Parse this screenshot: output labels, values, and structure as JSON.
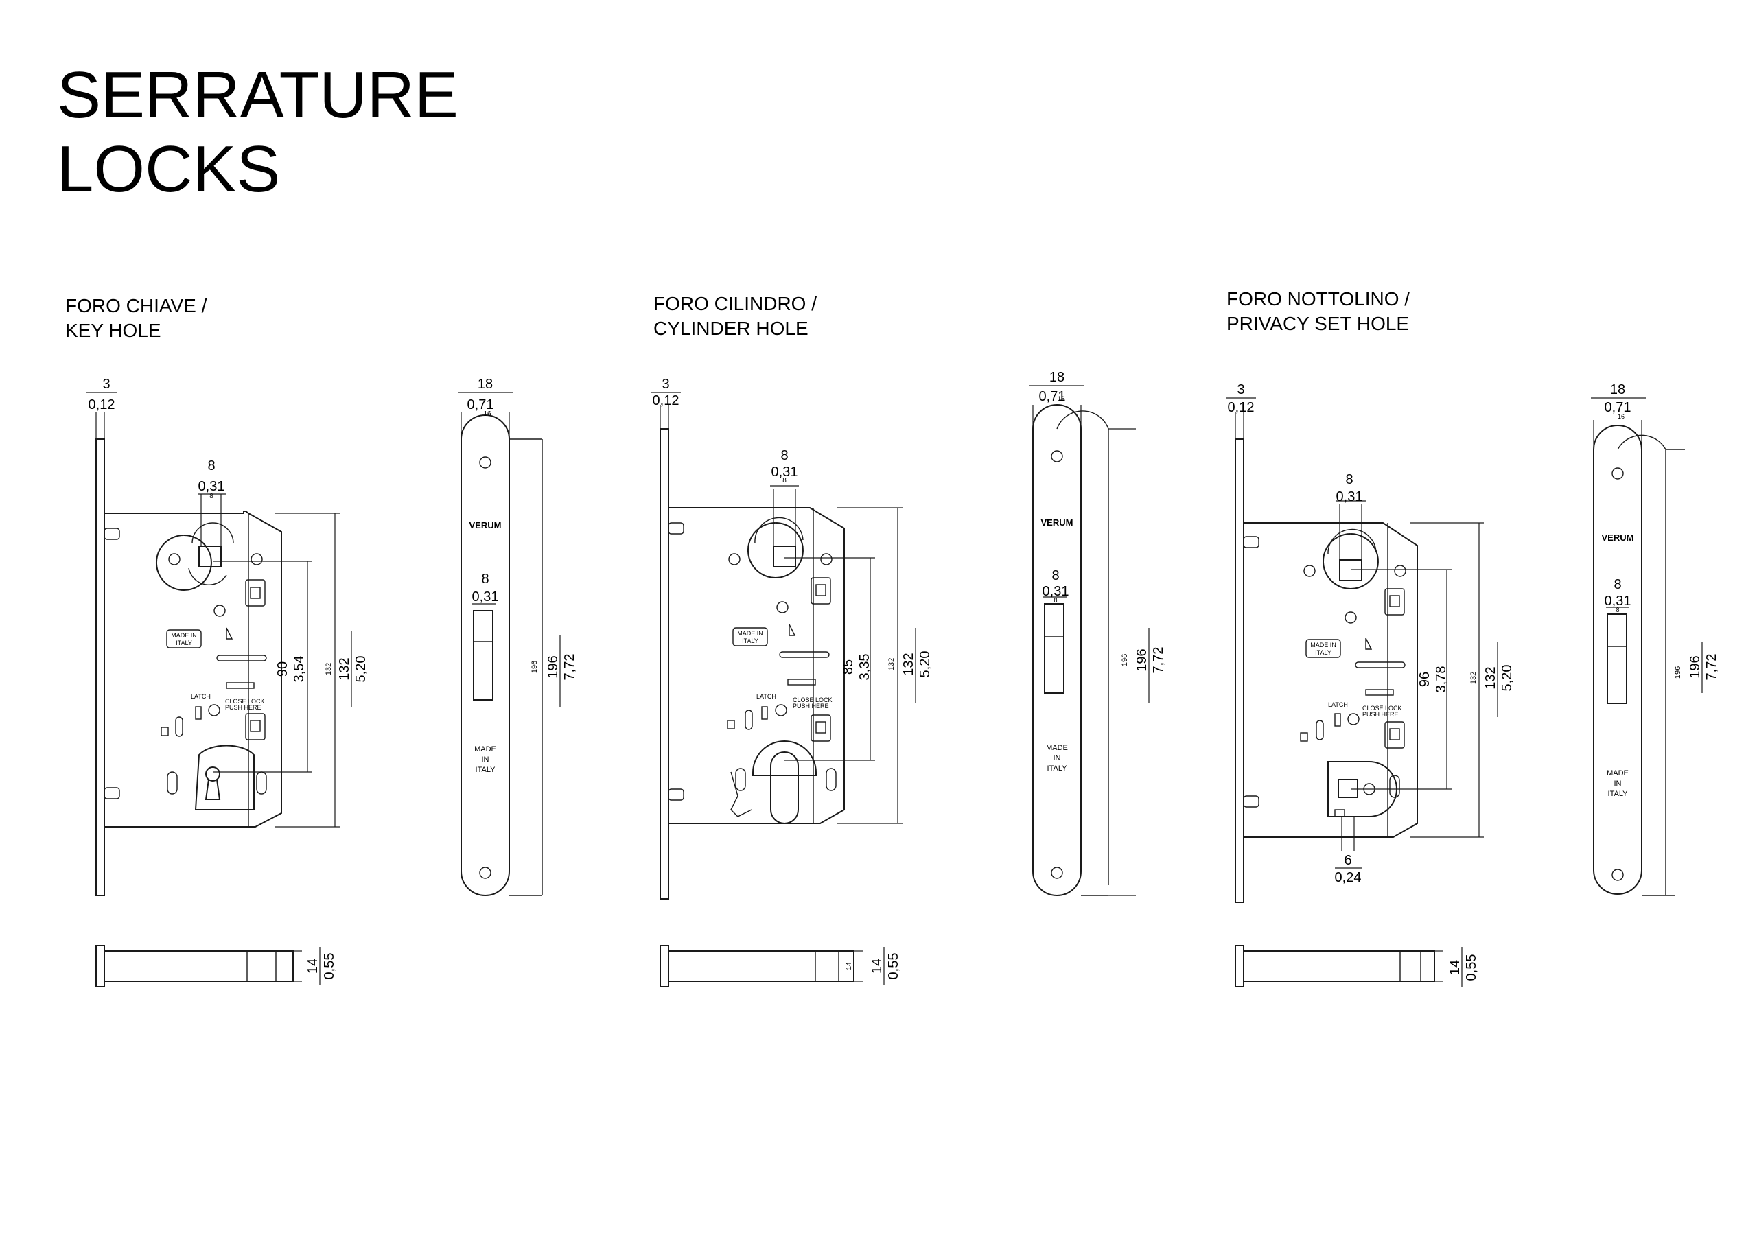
{
  "title": {
    "line1": "SERRATURE",
    "line2": "LOCKS"
  },
  "sections": [
    {
      "label_it": "FORO CHIAVE /",
      "label_en": "KEY HOLE",
      "dims": {
        "plate_mm": "3",
        "plate_in": "0,12",
        "spindle_mm": "8",
        "spindle_in": "0,31",
        "spindle_small": "8",
        "center_mm": "90",
        "center_in": "3,54",
        "height_mm": "132",
        "height_in": "5,20",
        "height_small": "132",
        "face_mm": "18",
        "face_in": "0,71",
        "face_small": "16",
        "slot_mm": "8",
        "slot_in": "0,31",
        "face_h_mm": "196",
        "face_h_in": "7,72",
        "face_h_small": "196",
        "depth_mm": "14",
        "depth_in": "0,55"
      }
    },
    {
      "label_it": "FORO CILINDRO /",
      "label_en": "CYLINDER HOLE",
      "dims": {
        "plate_mm": "3",
        "plate_in": "0,12",
        "spindle_mm": "8",
        "spindle_in": "0,31",
        "spindle_small": "8",
        "center_mm": "85",
        "center_in": "3,35",
        "height_mm": "132",
        "height_in": "5,20",
        "height_small": "132",
        "face_mm": "18",
        "face_in": "0,71",
        "face_small": "16",
        "slot_mm": "8",
        "slot_in": "0,31",
        "slot_small": "8",
        "face_h_mm": "196",
        "face_h_in": "7,72",
        "face_h_small": "196",
        "depth_mm": "14",
        "depth_in": "0,55",
        "depth_small": "14"
      }
    },
    {
      "label_it": "FORO NOTTOLINO /",
      "label_en": "PRIVACY SET HOLE",
      "dims": {
        "plate_mm": "3",
        "plate_in": "0,12",
        "spindle_mm": "8",
        "spindle_in": "0,31",
        "center_mm": "96",
        "center_in": "3,78",
        "height_mm": "132",
        "height_in": "5,20",
        "height_small": "132",
        "face_mm": "18",
        "face_in": "0,71",
        "face_small": "16",
        "slot_mm": "8",
        "slot_in": "0,31",
        "slot_small": "8",
        "face_h_mm": "196",
        "face_h_in": "7,72",
        "face_h_small": "196",
        "depth_mm": "14",
        "depth_in": "0,55",
        "privacy_mm": "6",
        "privacy_in": "0,24"
      }
    }
  ],
  "labels": {
    "brand": "VERUM",
    "made_in_italy_badge_1": "MADE IN",
    "made_in_italy_badge_2": "ITALY",
    "made_1": "MADE",
    "made_2": "IN",
    "made_3": "ITALY",
    "latch": "LATCH",
    "close_lock": "CLOSE  LOCK",
    "push_here": "PUSH  HERE"
  }
}
